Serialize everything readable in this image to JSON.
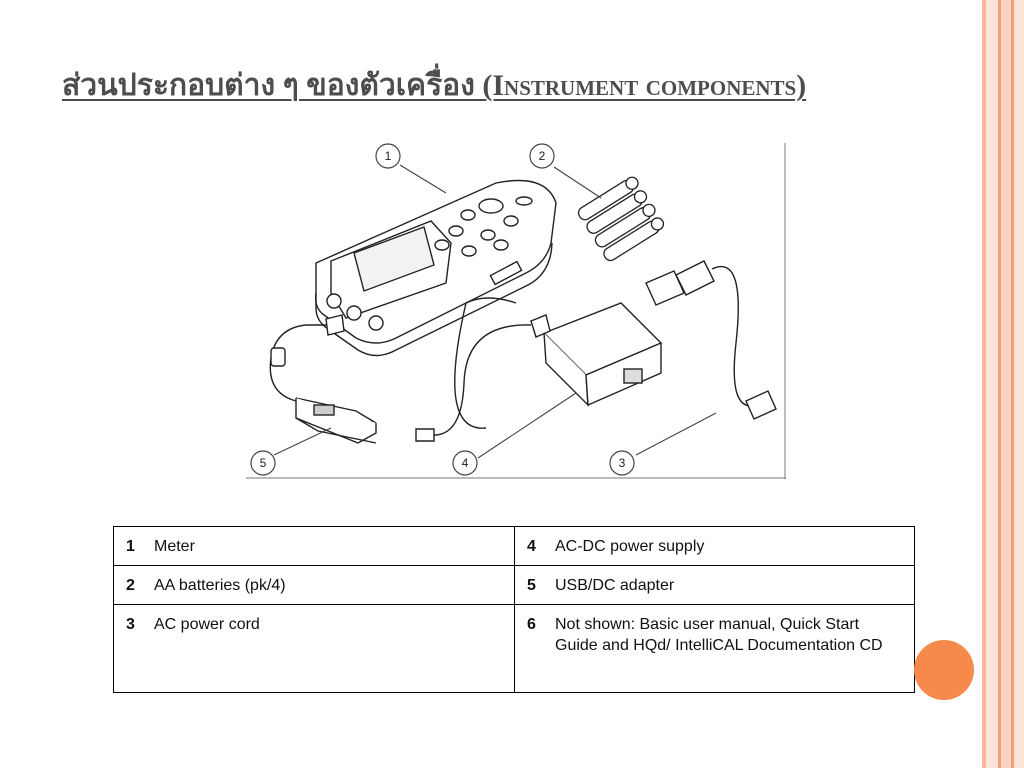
{
  "slide": {
    "title_th": "ส่วนประกอบต่าง ๆ ของตัวเครื่อง ",
    "title_en": "(Instrument components)"
  },
  "figure": {
    "callouts": [
      "1",
      "2",
      "3",
      "4",
      "5"
    ]
  },
  "components": [
    {
      "num": "1",
      "label": "Meter"
    },
    {
      "num": "4",
      "label": "AC-DC power supply"
    },
    {
      "num": "2",
      "label": "AA batteries (pk/4)"
    },
    {
      "num": "5",
      "label": "USB/DC adapter"
    },
    {
      "num": "3",
      "label": "AC power cord"
    },
    {
      "num": "6",
      "label": "Not shown: Basic user manual, Quick Start Guide and HQd/ IntelliCAL Documentation CD"
    }
  ],
  "theme": {
    "accent": "#f58a4b",
    "stripe_light": "#fbd2c0",
    "stripe_mid": "#f4a98a",
    "title_color": "#4d4d4d"
  }
}
